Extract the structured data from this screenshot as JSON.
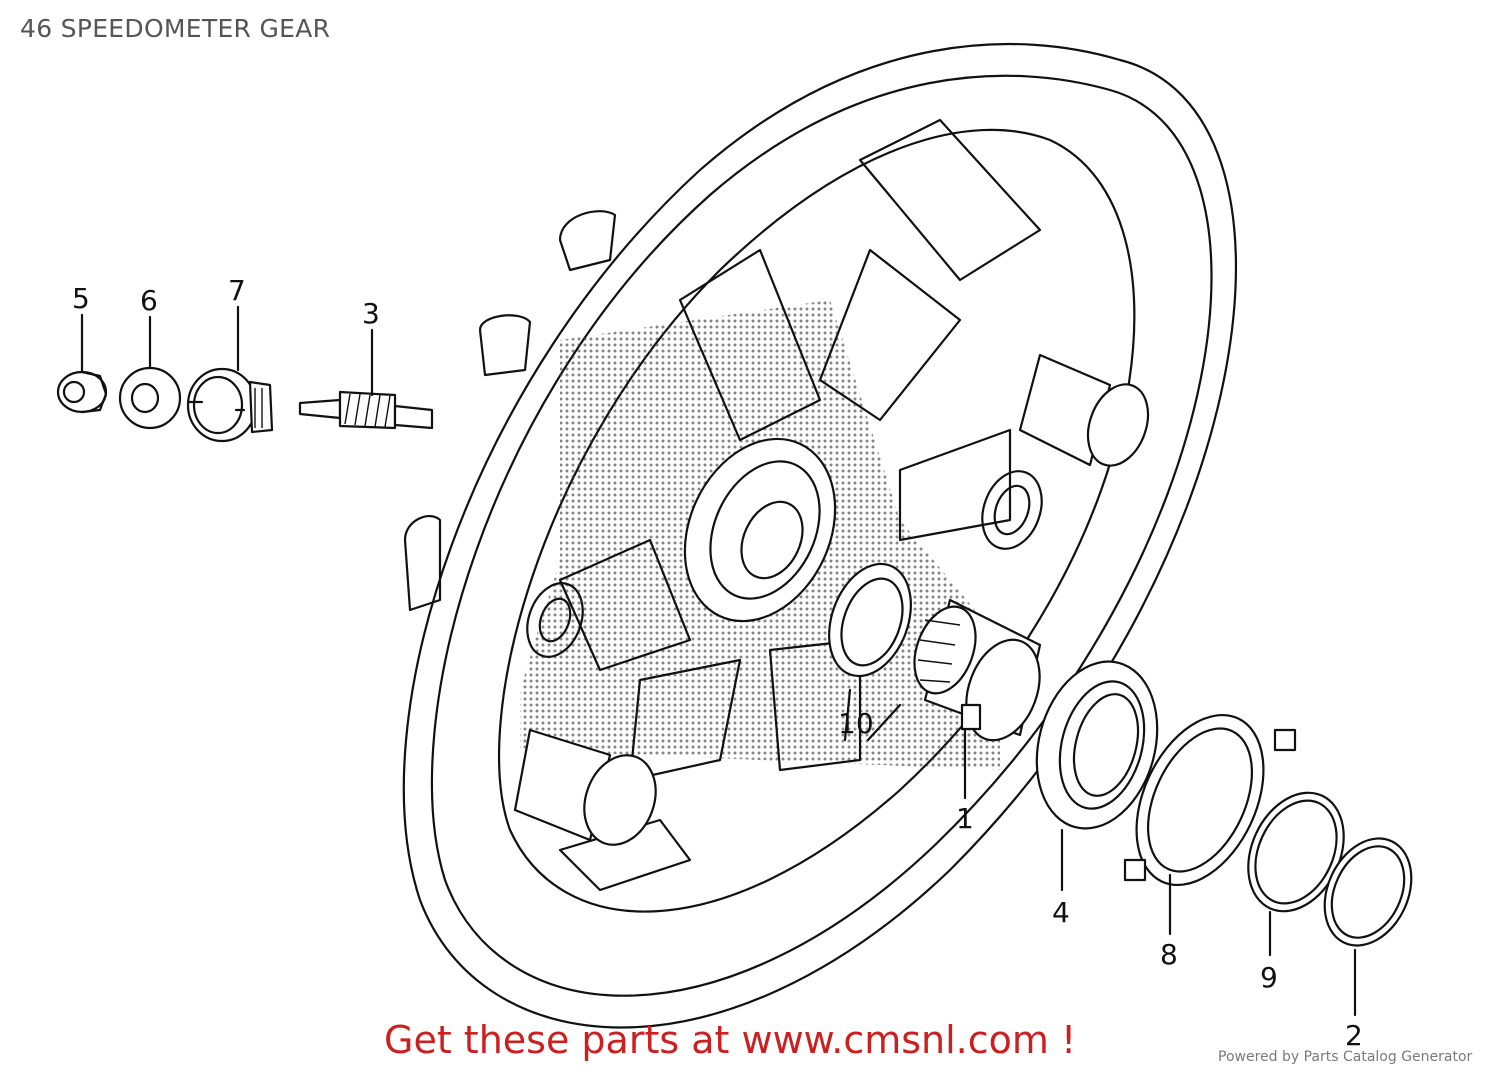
{
  "diagram": {
    "title": "46 SPEEDOMETER GEAR",
    "callouts": [
      {
        "id": "5",
        "label": "5"
      },
      {
        "id": "6",
        "label": "6"
      },
      {
        "id": "7",
        "label": "7"
      },
      {
        "id": "3",
        "label": "3"
      },
      {
        "id": "10",
        "label": "10"
      },
      {
        "id": "1",
        "label": "1"
      },
      {
        "id": "4",
        "label": "4"
      },
      {
        "id": "8",
        "label": "8"
      },
      {
        "id": "9",
        "label": "9"
      },
      {
        "id": "2",
        "label": "2"
      }
    ]
  },
  "footer": {
    "promo_text": "Get these parts at www.cmsnl.com !",
    "powered_by": "Powered by Parts Catalog Generator"
  },
  "colors": {
    "promo": "#cc1f1f",
    "title": "#555555",
    "ink": "#111111"
  }
}
